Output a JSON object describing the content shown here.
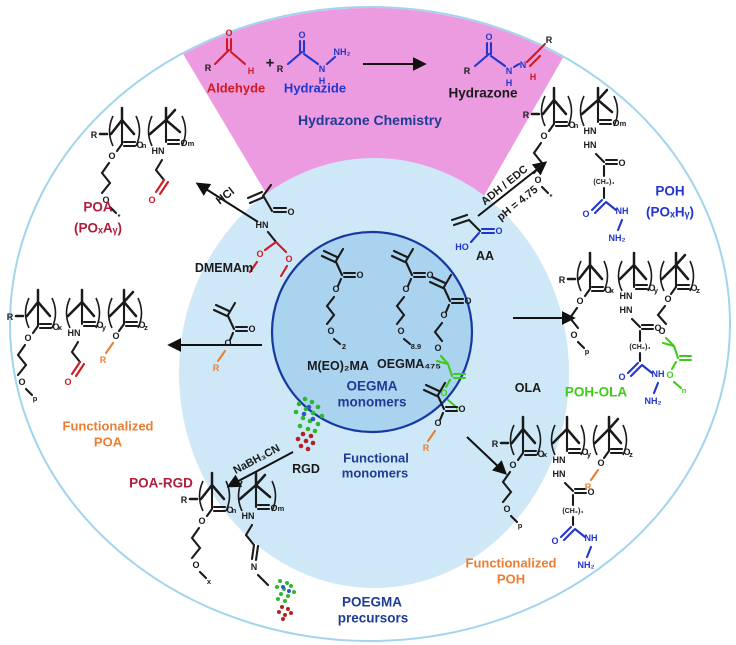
{
  "colors": {
    "outer_stroke": "#a2d4ee",
    "wedge": "#ec9be0",
    "inner_fill": "#cfe8f7",
    "circle_fill": "#a9d3ee",
    "circle_stroke": "#16399f",
    "navy": "#1e3c96",
    "blue": "#2136cc",
    "red": "#d11a1f",
    "dark_red": "#b01d3a",
    "orange": "#ed7d31",
    "green": "#3ecb1a",
    "black": "#1a1a1a"
  },
  "wedge": {
    "aldehyde_label": "Aldehyde",
    "plus": "+",
    "hydrazide_label": "Hydrazide",
    "hydrazone_label": "Hydrazone",
    "title": "Hydrazone Chemistry"
  },
  "center_circle": {
    "monomer1_label": "M(EO)₂MA",
    "monomer2_label": "OEGMA₄₇₅",
    "caption_line1": "OEGMA",
    "caption_line2": "monomers"
  },
  "inner_ring": {
    "dmemam_label": "DMEMAm",
    "aa_label": "AA",
    "ola_label": "OLA",
    "rgd_label": "RGD",
    "caption_line1": "Functional",
    "caption_line2": "monomers"
  },
  "reactions": {
    "hcl": "HCl",
    "adh_edc": "ADH / EDC",
    "ph": "pH = 4.75",
    "nabh3cn": "NaBH₃CN"
  },
  "products": {
    "poa_name": "POA",
    "poa_formula": "(POₓAᵧ)",
    "poh_name": "POH",
    "poh_formula": "(POₓHᵧ)",
    "poh_ola": "POH-OLA",
    "func_poa_line1": "Functionalized",
    "func_poa_line2": "POA",
    "func_poh_line1": "Functionalized",
    "func_poh_line2": "POH",
    "poa_rgd": "POA-RGD"
  },
  "footer": {
    "line1": "POEGMA",
    "line2": "precursors"
  },
  "atoms": {
    "R": "R",
    "O": "O",
    "H": "H",
    "N": "N",
    "HN": "HN",
    "NH": "NH",
    "NH2": "NH₂",
    "HO": "HO",
    "n": "n",
    "m": "m",
    "x": "x",
    "y": "y",
    "z": "z",
    "p": "p",
    "star": "*",
    "two": "2",
    "eight_nine": "8.9",
    "ch2_4": "(CH₂)₄"
  }
}
